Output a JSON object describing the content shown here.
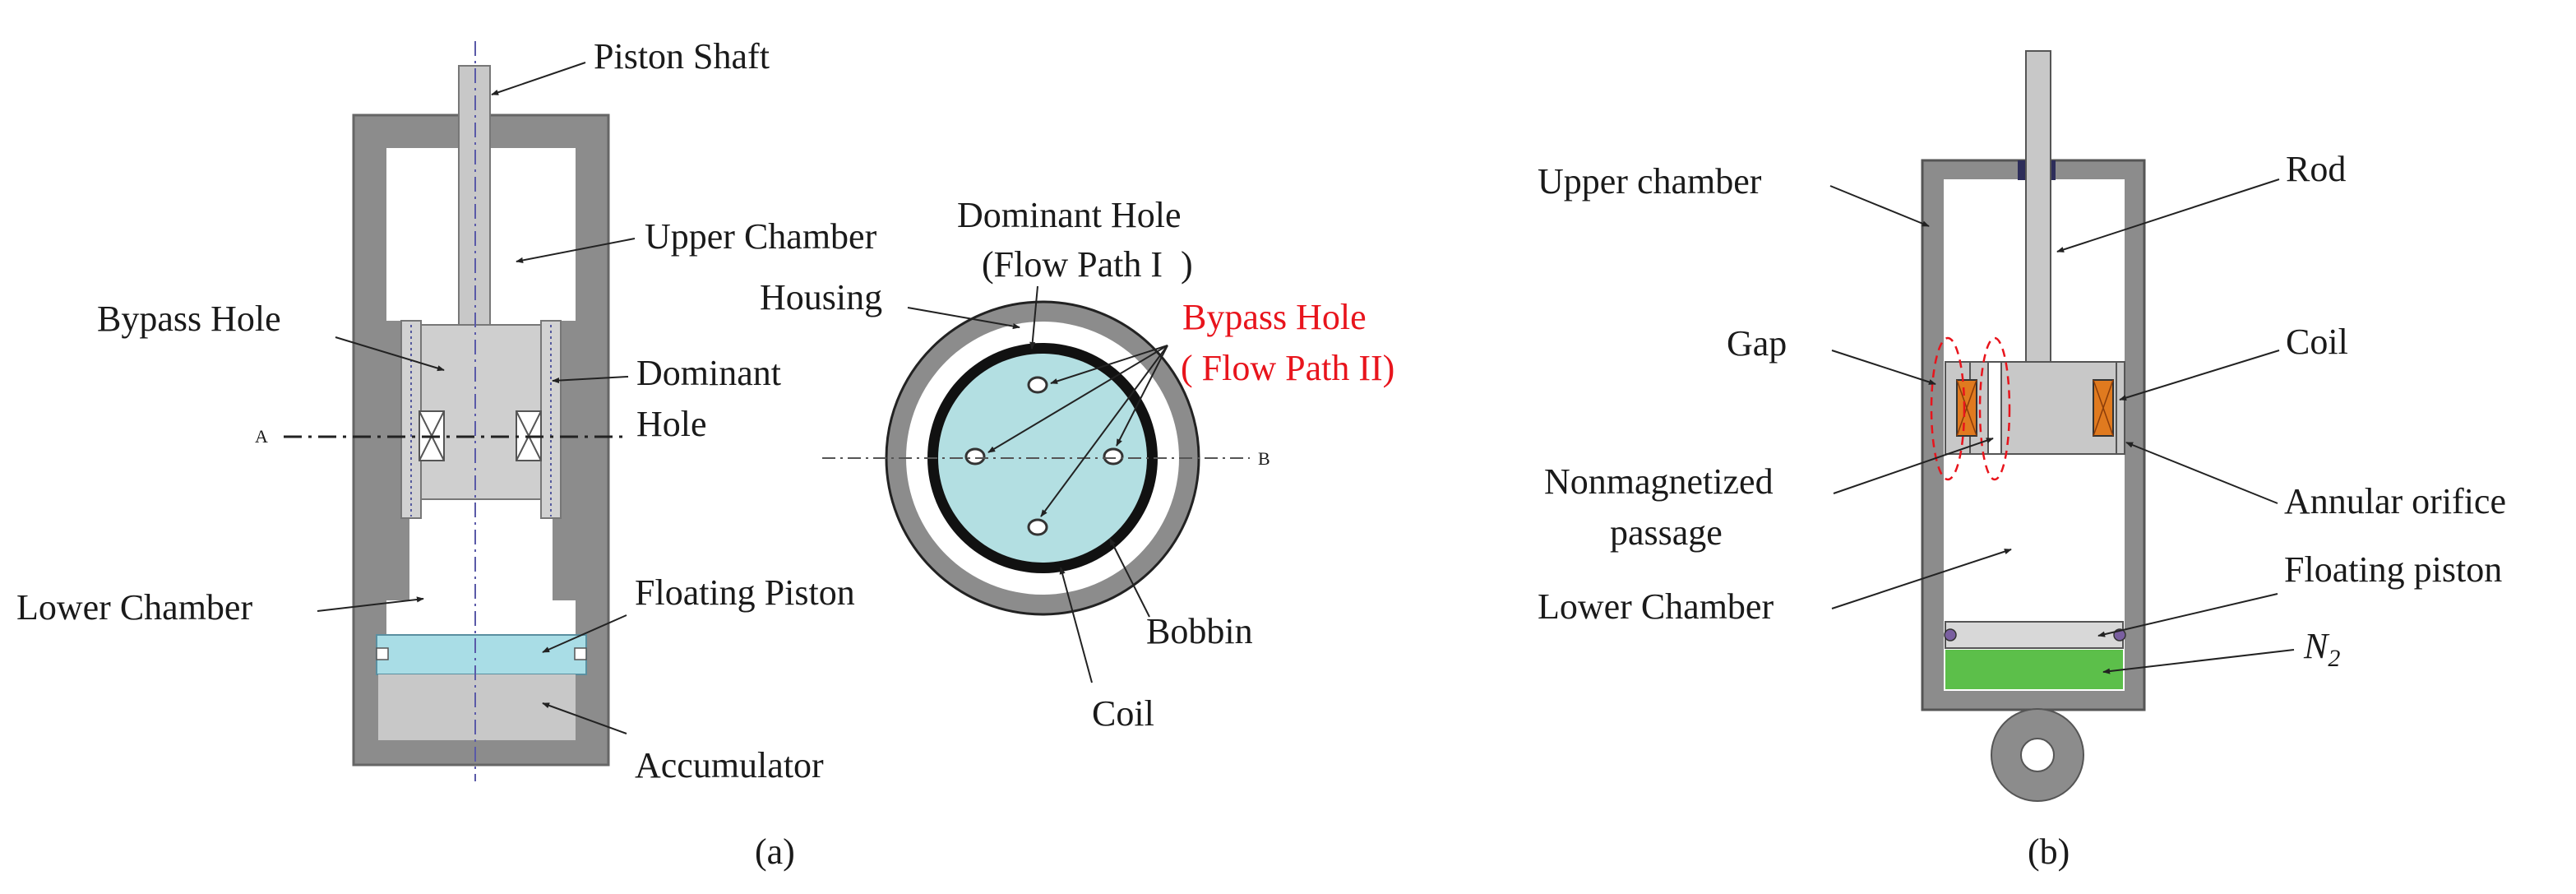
{
  "panel_a": {
    "caption": "(a)",
    "labels": {
      "piston_shaft": "Piston Shaft",
      "upper_chamber": "Upper Chamber",
      "bypass_hole": "Bypass Hole",
      "dominant_hole_line1": "Dominant",
      "dominant_hole_line2": "Hole",
      "lower_chamber": "Lower Chamber",
      "floating_piston": "Floating Piston",
      "accumulator": "Accumulator",
      "section_a": "A"
    },
    "cross_section": {
      "dominant_hole_line1": "Dominant Hole",
      "dominant_hole_line2": "(Flow Path I  )",
      "housing": "Housing",
      "bypass_hole_line1": "Bypass Hole",
      "bypass_hole_line2": "( Flow Path II)",
      "bobbin": "Bobbin",
      "coil": "Coil",
      "section_b": "B"
    }
  },
  "panel_b": {
    "caption": "(b)",
    "labels": {
      "upper_chamber": "Upper chamber",
      "rod": "Rod",
      "gap": "Gap",
      "coil": "Coil",
      "nonmagnetized_line1": "Nonmagnetized",
      "nonmagnetized_line2": "passage",
      "annular_orifice": "Annular orifice",
      "lower_chamber": "Lower Chamber",
      "floating_piston": "Floating piston",
      "n2_base": "N",
      "n2_sub": "2"
    }
  },
  "colors": {
    "housing_gray": "#8c8c8c",
    "part_gray": "#c8c8c8",
    "fluid_cyan": "#a9dde6",
    "bobbin_fill": "#b3dfe2",
    "coil_orange": "#e07a1f",
    "nitrogen_green": "#5cbf4a",
    "callout_red": "#e8141c",
    "axis_blue": "#5a5aa8"
  }
}
